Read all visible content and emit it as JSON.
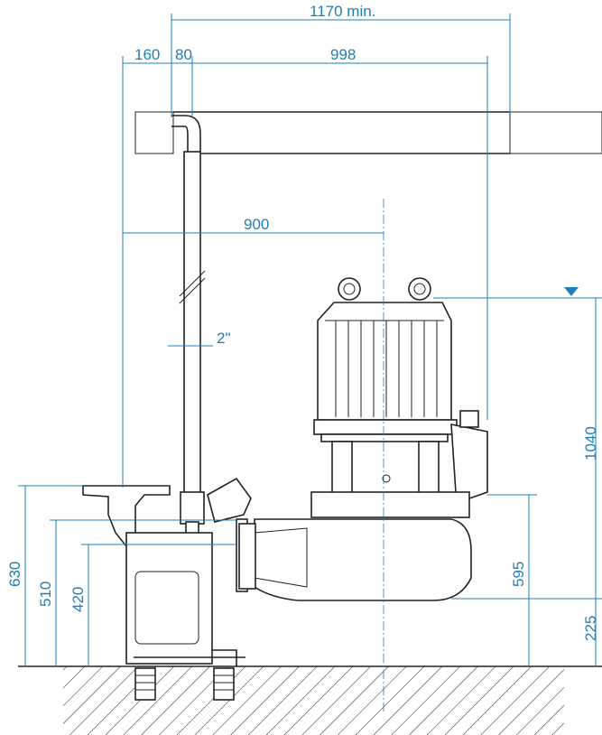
{
  "dimensions": {
    "total_min": "1170 min.",
    "offset_160": "160",
    "offset_80": "80",
    "length_998": "998",
    "length_900": "900",
    "pipe_2in": "2\"",
    "height_630": "630",
    "height_510": "510",
    "height_420": "420",
    "height_595": "595",
    "height_225": "225",
    "height_1040": "1040"
  },
  "colors": {
    "dimension": "#1b7fb8",
    "outline": "#222222"
  }
}
